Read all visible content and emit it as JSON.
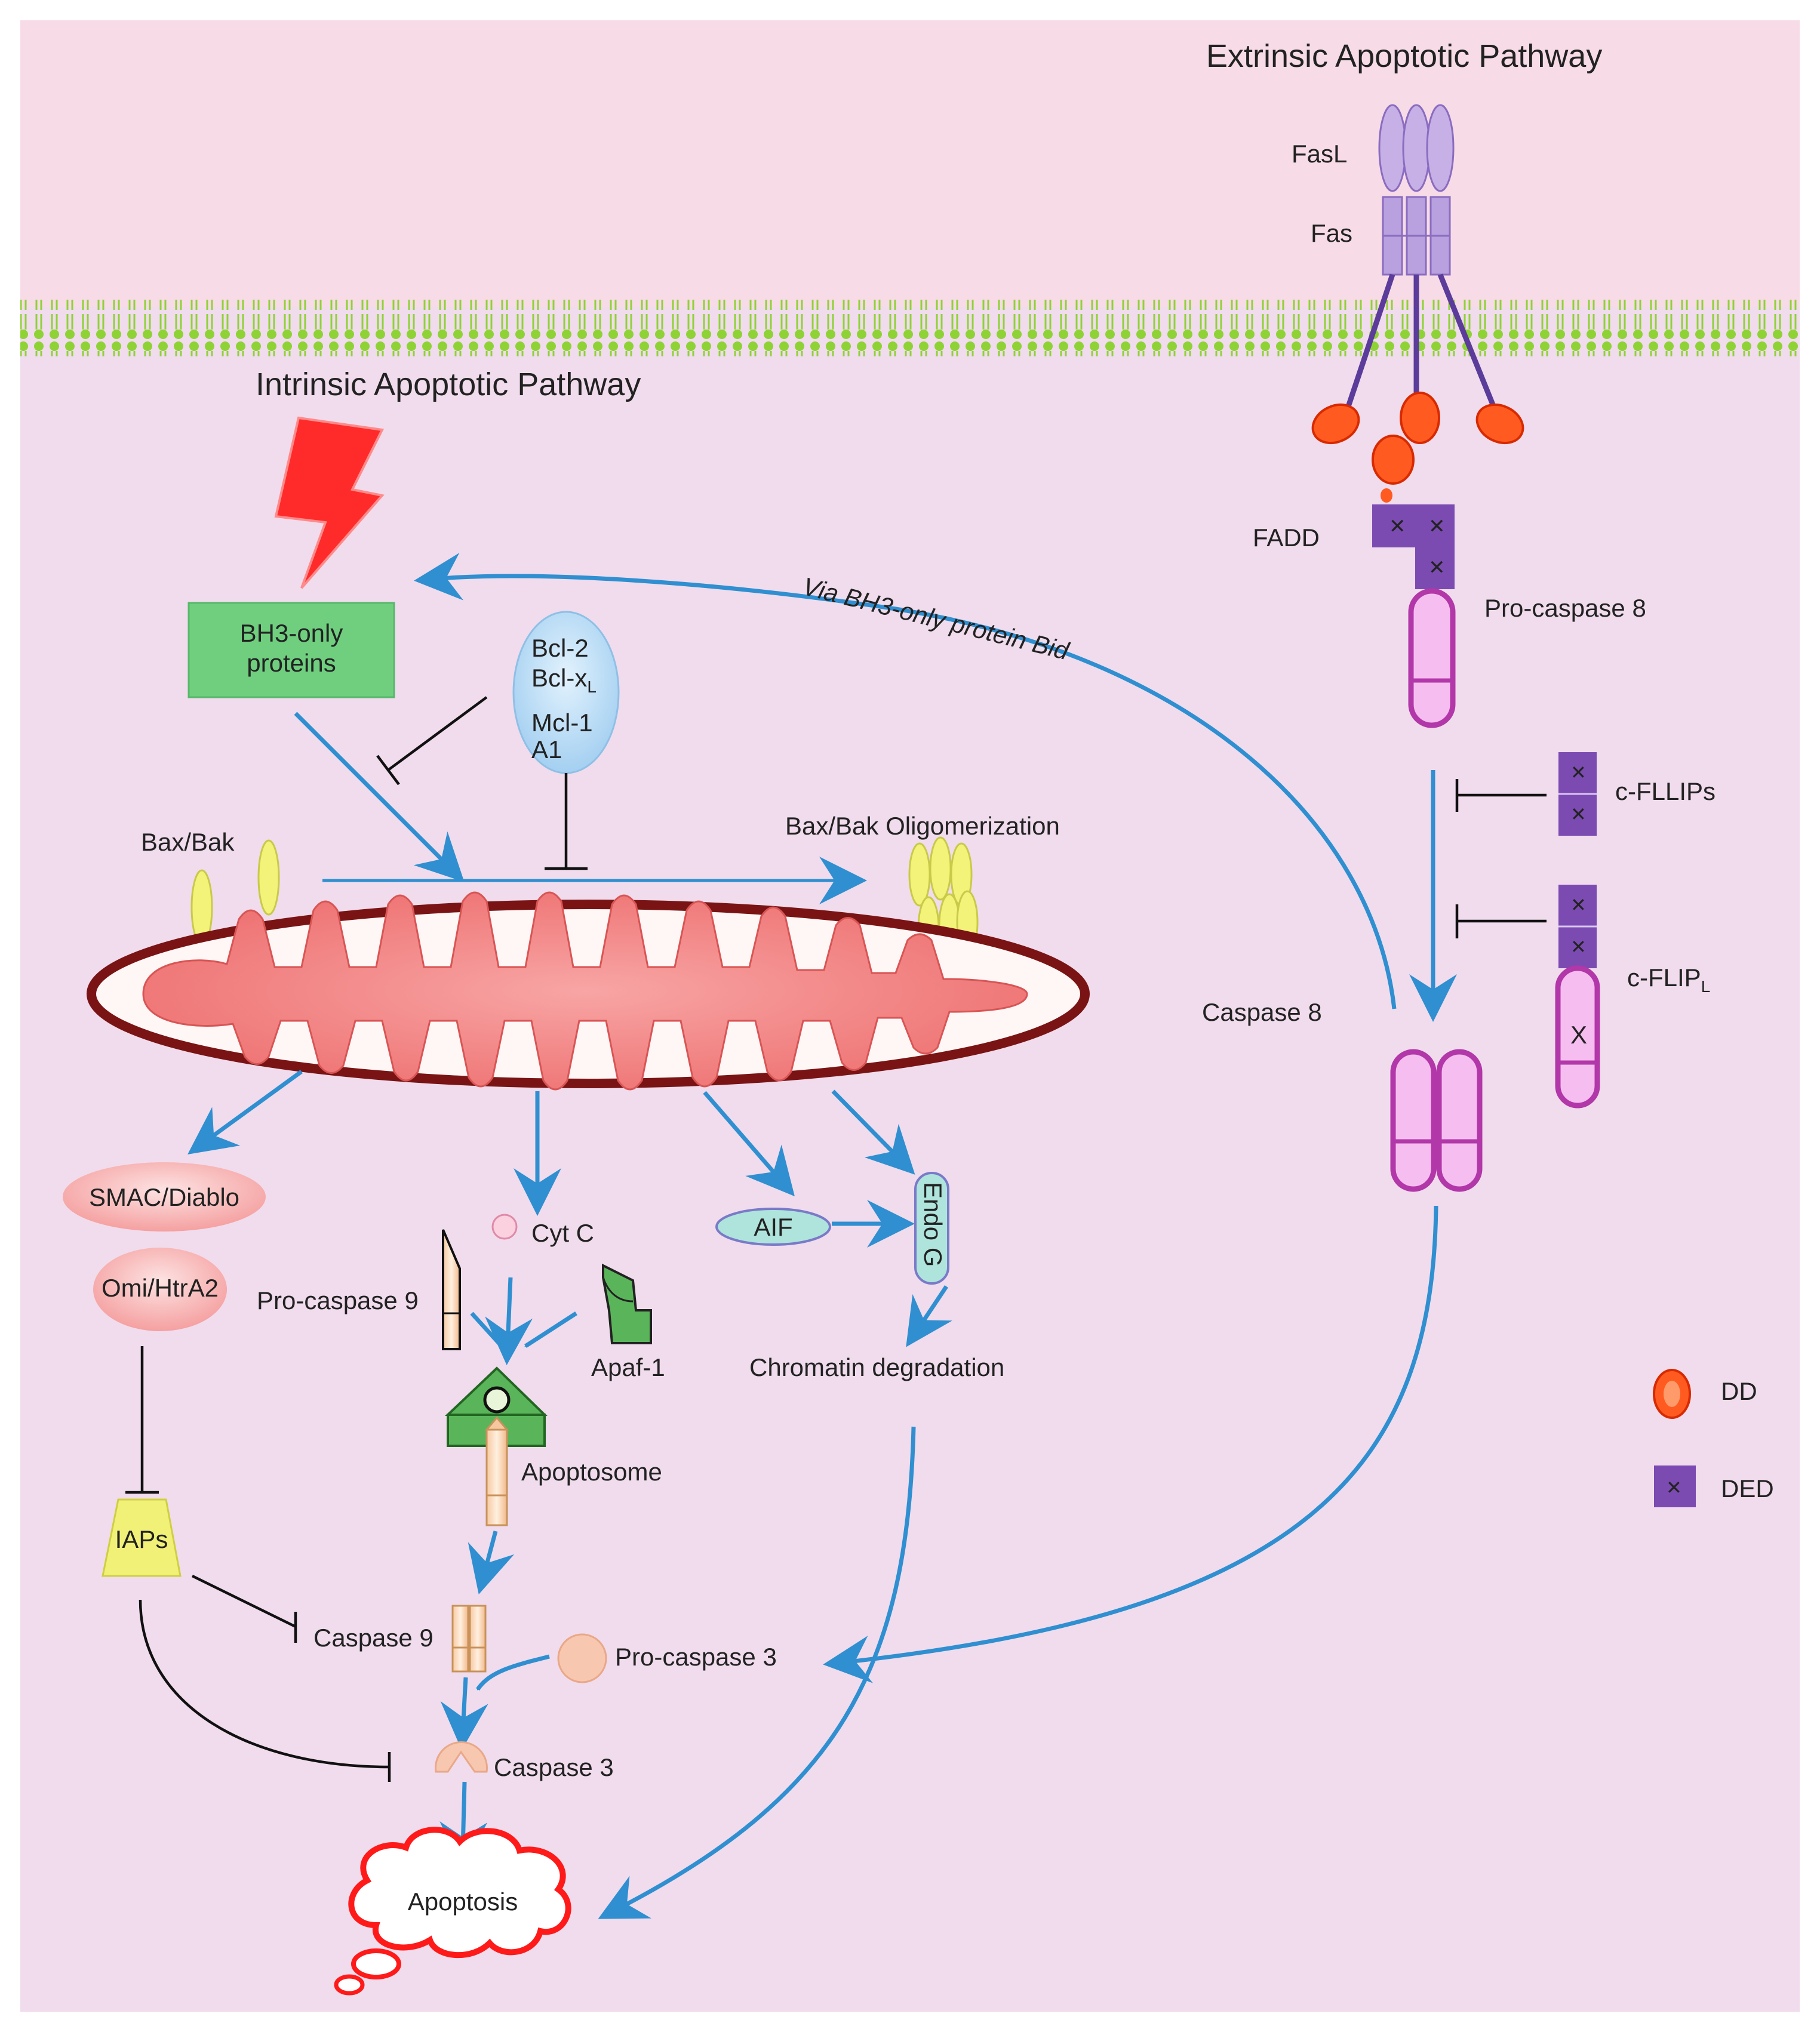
{
  "title_extrinsic": "Extrinsic Apoptotic Pathway",
  "title_intrinsic": "Intrinsic Apoptotic Pathway",
  "labels": {
    "fasl": "FasL",
    "fas": "Fas",
    "fadd": "FADD",
    "procaspase8": "Pro-caspase 8",
    "cfllips": "c-FLLIPs",
    "cflipl_main": "c-FLIP",
    "cflipl_sub": "L",
    "cflipl_x": "X",
    "caspase8": "Caspase 8",
    "via_bid": "Via BH3-only protein Bid",
    "bh3_line1": "BH3-only",
    "bh3_line2": "proteins",
    "bcl2": "Bcl-2",
    "bclxl_main": "Bcl-x",
    "bclxl_sub": "L",
    "mcl1": "Mcl-1",
    "a1": "A1",
    "baxbak": "Bax/Bak",
    "baxbak_olig": "Bax/Bak Oligomerization",
    "smac": "SMAC/Diablo",
    "omi": "Omi/HtrA2",
    "cytc": "Cyt C",
    "aif": "AIF",
    "endog": "Endo G",
    "procaspase9": "Pro-caspase 9",
    "apaf1": "Apaf-1",
    "chromatin": "Chromatin degradation",
    "apoptosome": "Apoptosome",
    "iaps": "IAPs",
    "caspase9": "Caspase 9",
    "procaspase3": "Pro-caspase 3",
    "caspase3": "Caspase 3",
    "apoptosis": "Apoptosis"
  },
  "legend": {
    "dd": "DD",
    "ded": "DED"
  },
  "colors": {
    "extracellular": "#f7dbe6",
    "cytoplasm": "#f0dced",
    "membrane": "#8fd236",
    "arrow": "#2f8fd0",
    "mito_outer": "#7a1414",
    "mito_inner": "#f07f7f",
    "fas": "#b9a0de",
    "dd": "#ff5a1f",
    "ded": "#7b4bb2",
    "procaspase": "#cc55c0",
    "bh3_box": "#6fcf7f",
    "bcl2_family": "#aed8f5",
    "bax": "#f3f37a",
    "smac": "#f7a8a8",
    "iaps": "#f1f178",
    "apoptosis": "#ff1a1a"
  }
}
